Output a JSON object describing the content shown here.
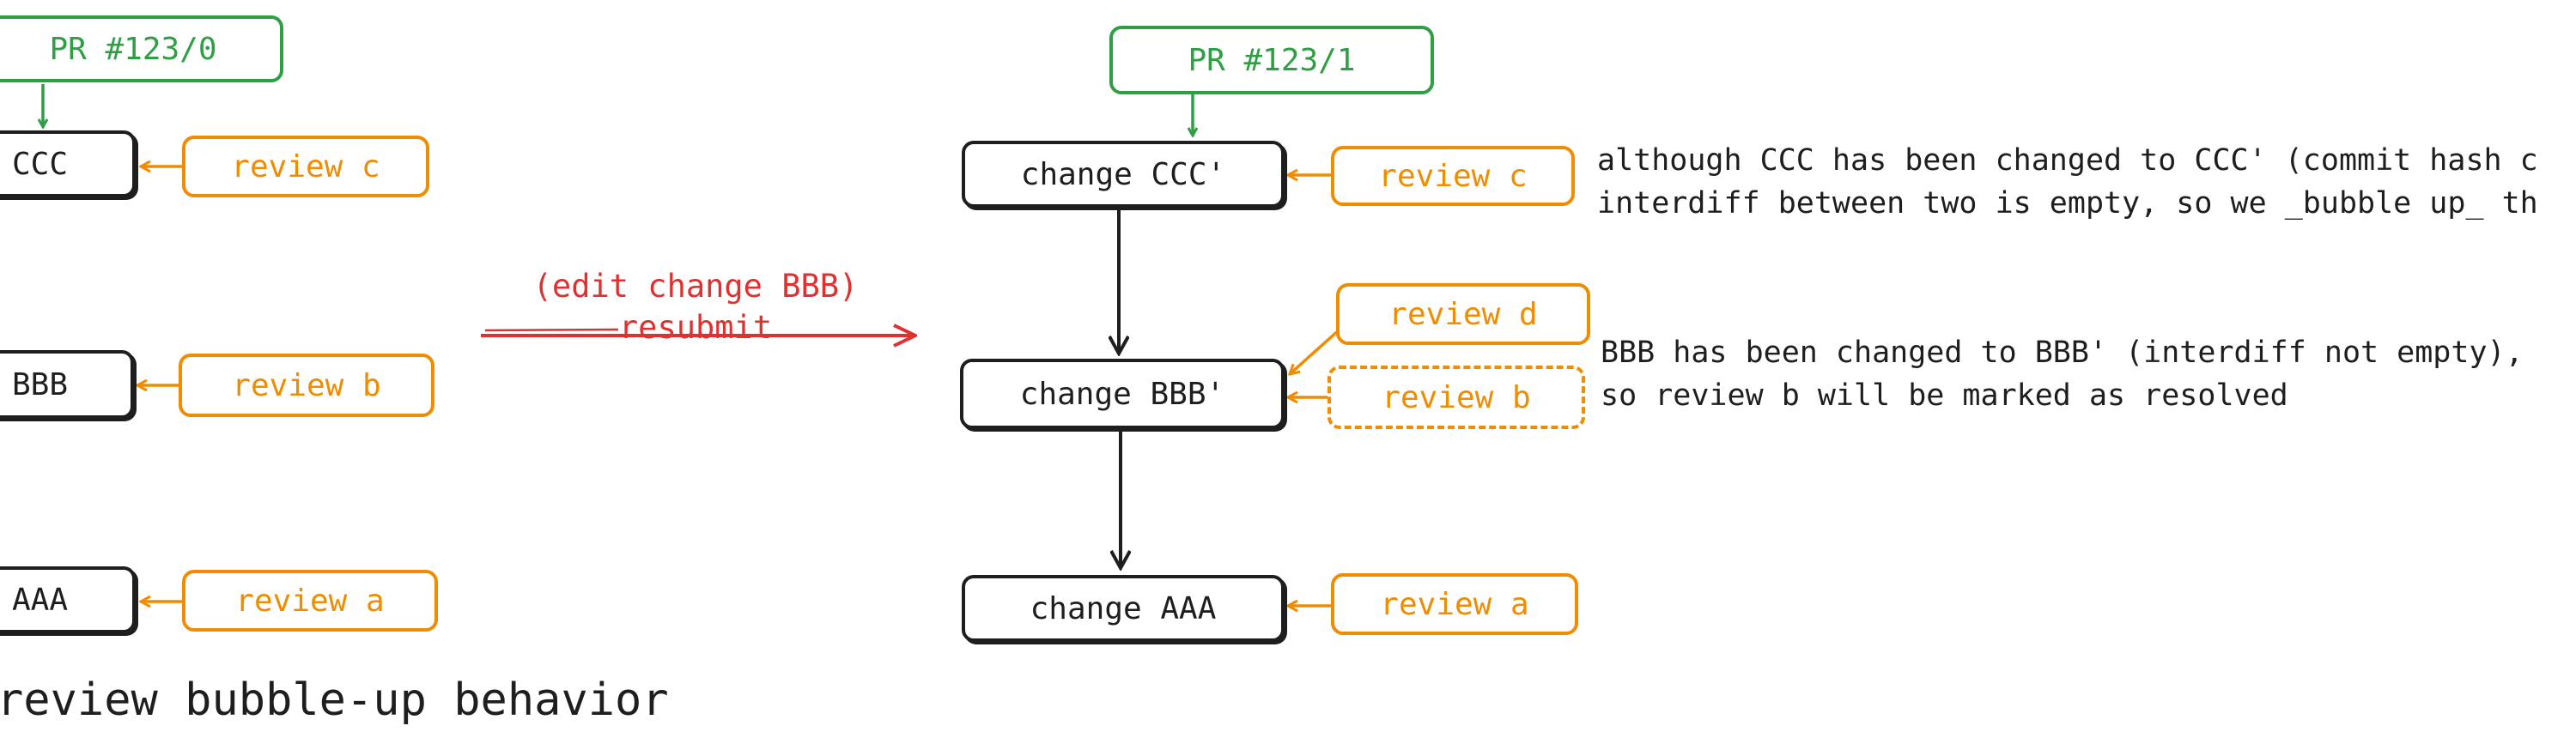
{
  "before": {
    "pr_label": "PR #123/0",
    "changes": [
      {
        "label": "CCC",
        "review": "review c"
      },
      {
        "label": "BBB",
        "review": "review b"
      },
      {
        "label": "AAA",
        "review": "review a"
      }
    ]
  },
  "transition": {
    "line1": "(edit change BBB)",
    "line2": "resubmit"
  },
  "after": {
    "pr_label": "PR #123/1",
    "changes": [
      {
        "label": "change CCC'",
        "review": "review c"
      },
      {
        "label": "change BBB'",
        "review_new": "review d",
        "review_resolved": "review b"
      },
      {
        "label": "change AAA",
        "review": "review a"
      }
    ]
  },
  "notes": {
    "ccc_line1": "although CCC has been changed to CCC' (commit hash c",
    "ccc_line2": "interdiff between two is empty, so we _bubble up_ th",
    "bbb_line1": "BBB has been changed to BBB' (interdiff not empty),",
    "bbb_line2": "so review b will be marked as resolved"
  },
  "caption": "review bubble-up behavior",
  "colors": {
    "black": "#1e1e1e",
    "green": "#2f9e44",
    "orange": "#f08c00",
    "red": "#e03131"
  }
}
